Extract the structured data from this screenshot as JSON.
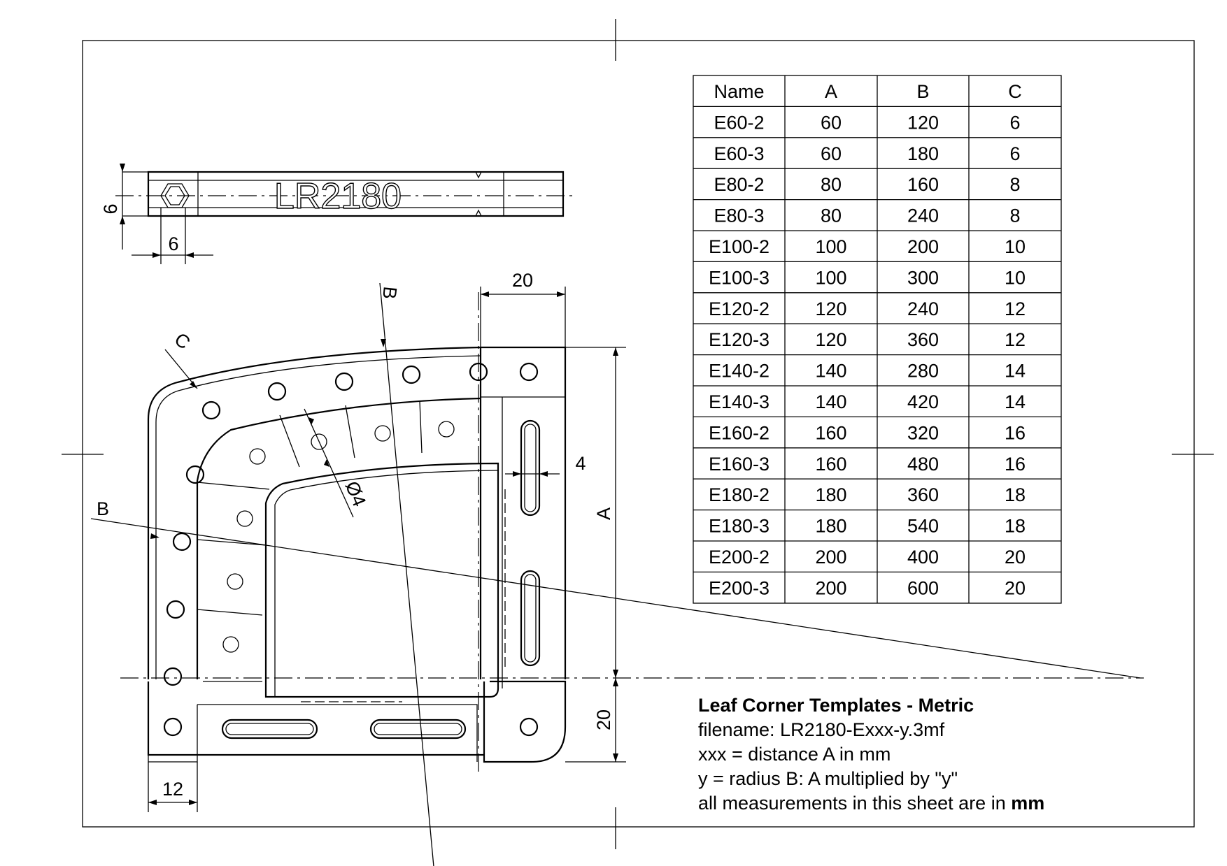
{
  "part_label": "LR2180",
  "table": {
    "headers": [
      "Name",
      "A",
      "B",
      "C"
    ],
    "rows": [
      [
        "E60-2",
        "60",
        "120",
        "6"
      ],
      [
        "E60-3",
        "60",
        "180",
        "6"
      ],
      [
        "E80-2",
        "80",
        "160",
        "8"
      ],
      [
        "E80-3",
        "80",
        "240",
        "8"
      ],
      [
        "E100-2",
        "100",
        "200",
        "10"
      ],
      [
        "E100-3",
        "100",
        "300",
        "10"
      ],
      [
        "E120-2",
        "120",
        "240",
        "12"
      ],
      [
        "E120-3",
        "120",
        "360",
        "12"
      ],
      [
        "E140-2",
        "140",
        "280",
        "14"
      ],
      [
        "E140-3",
        "140",
        "420",
        "14"
      ],
      [
        "E160-2",
        "160",
        "320",
        "16"
      ],
      [
        "E160-3",
        "160",
        "480",
        "16"
      ],
      [
        "E180-2",
        "180",
        "360",
        "18"
      ],
      [
        "E180-3",
        "180",
        "540",
        "18"
      ],
      [
        "E200-2",
        "200",
        "400",
        "20"
      ],
      [
        "E200-3",
        "200",
        "600",
        "20"
      ]
    ]
  },
  "dimensions": {
    "bar_height": "6",
    "bar_hex": "6",
    "top_width": "20",
    "slot_offset": "4",
    "radius_b_top": "B",
    "radius_b_left": "B",
    "corner_c": "C",
    "hole_dia": "Ø4",
    "side_a": "A",
    "bottom_height": "20",
    "bottom_width": "12"
  },
  "notes": {
    "title": "Leaf Corner Templates - Metric",
    "filename": "filename: LR2180-Exxx-y.3mf",
    "xxx": "xxx = distance A in mm",
    "y": "y = radius B:  A multiplied by \"y\"",
    "units_prefix": "all measurements in this sheet are in ",
    "units_bold": "mm"
  }
}
